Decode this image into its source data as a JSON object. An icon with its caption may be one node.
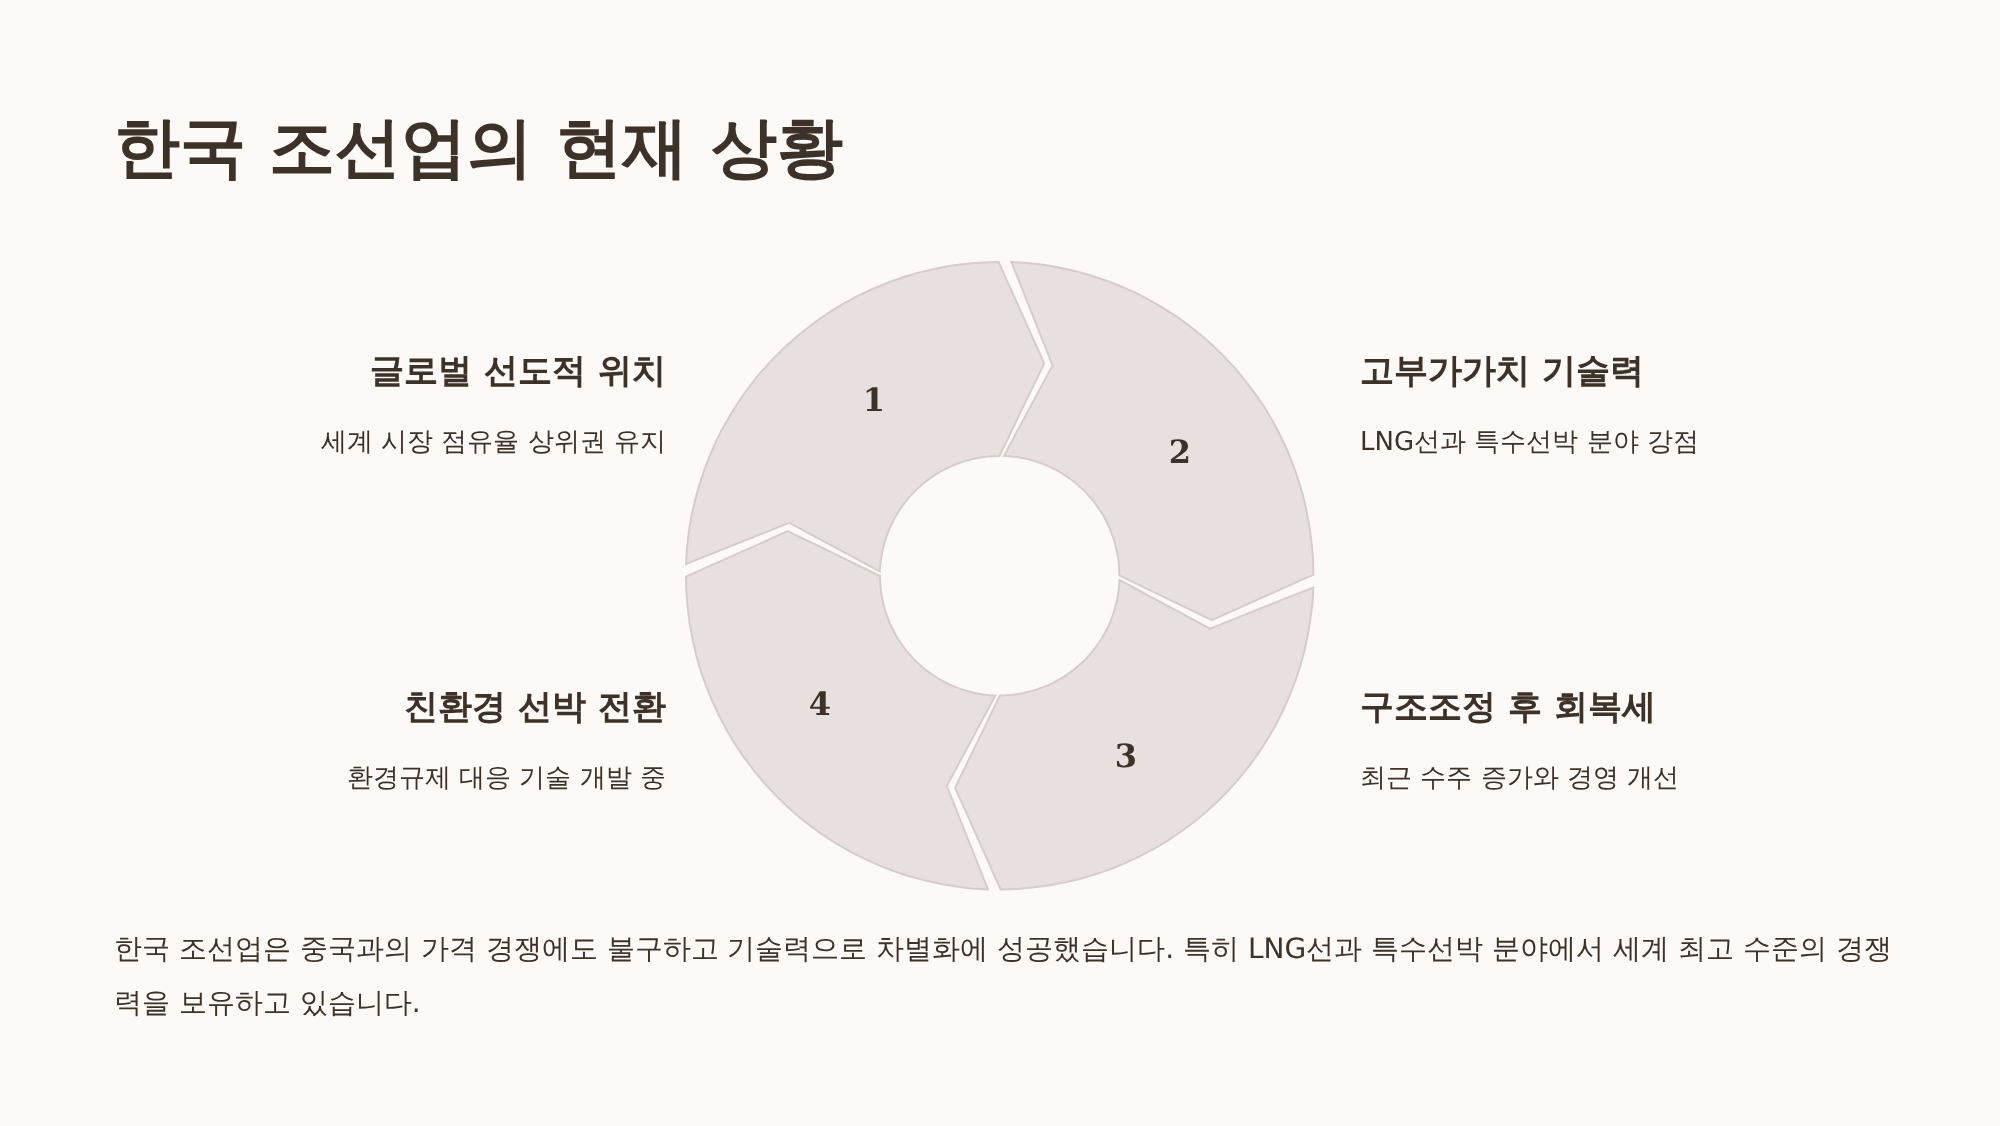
{
  "diagram": {
    "title": "한국 조선업의 현재 상황",
    "nodes": [
      {
        "text": [
          "1"
        ],
        "beside": [
          "글로벌 선도적 위치",
          "세계 시장 점유율 상위권 유지"
        ]
      },
      {
        "text": [
          "2"
        ],
        "beside": [
          "고부가가치 기술력",
          "LNG선과 특수선박 분야 강점"
        ]
      },
      {
        "text": [
          "3"
        ],
        "beside": [
          "구조조정 후 회복세",
          "최근 수주 증가와 경영 개선"
        ]
      },
      {
        "text": [
          "4"
        ],
        "beside": [
          "친환경 선박 전환",
          "환경규제 대응 기술 개발 중"
        ]
      }
    ],
    "caption": "한국 조선업은 중국과의 가격 경쟁에도 불구하고 기술력으로 차별화에 성공했습니다. 특히 LNG선과 특수선박 분야에서 세계 최고 수준의 경쟁력을 보유하고 있습니다."
  }
}
